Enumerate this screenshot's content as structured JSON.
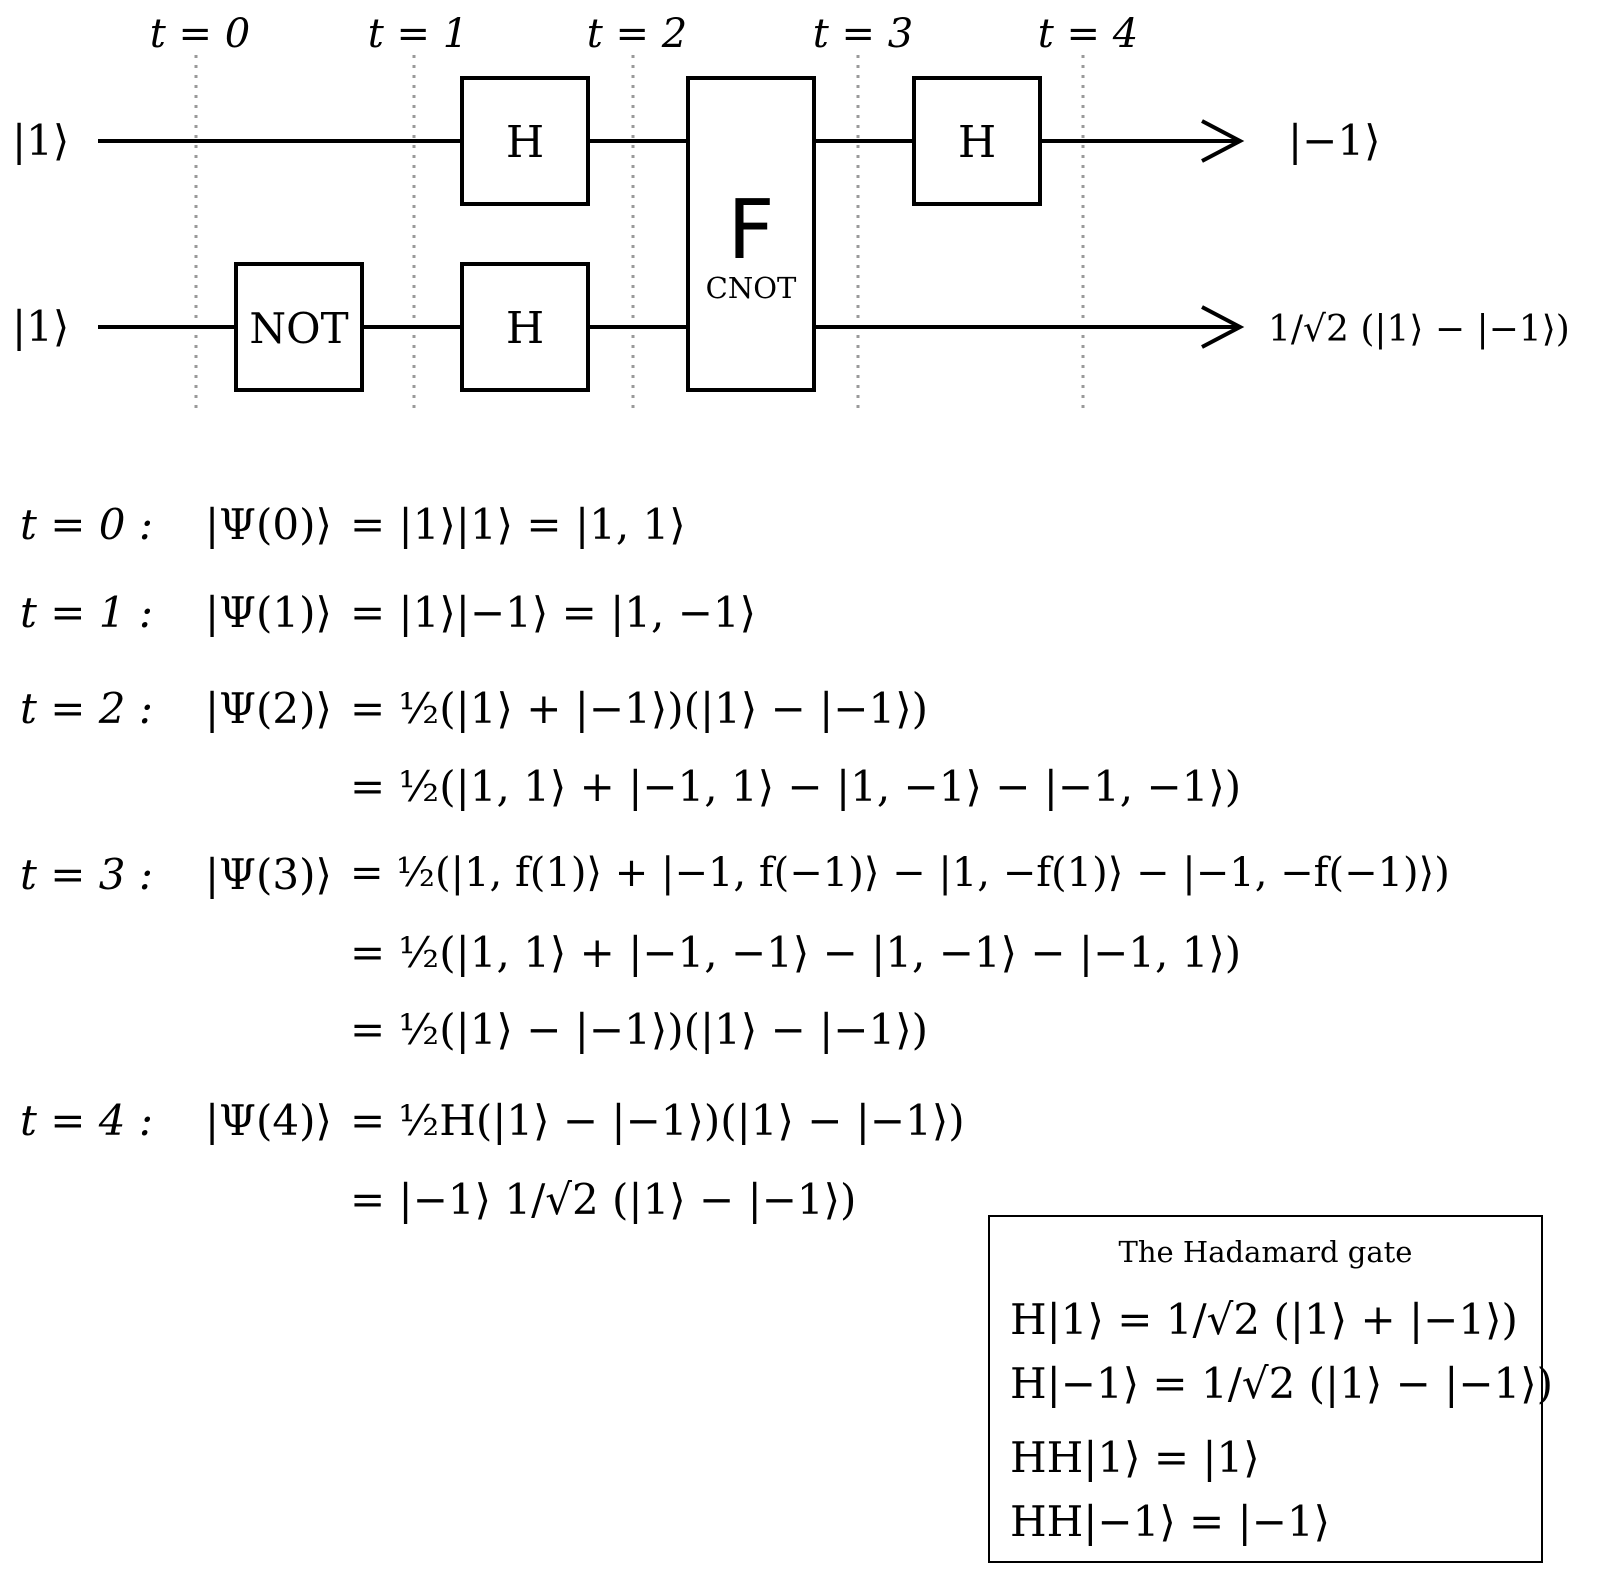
{
  "time_labels": [
    "t = 0",
    "t = 1",
    "t = 2",
    "t = 3",
    "t = 4"
  ],
  "inputs": [
    "|1⟩",
    "|1⟩"
  ],
  "outputs": [
    "|−1⟩",
    "1/√2 (|1⟩ − |−1⟩)"
  ],
  "gates": {
    "top_h1": "H",
    "bottom_not": "NOT",
    "bottom_h1": "H",
    "oracle_f": "F",
    "oracle_sub": "CNOT",
    "top_h2": "H"
  },
  "equations": [
    {
      "label": "t = 0 :",
      "lhs": "|Ψ(0)⟩",
      "lines": [
        "= |1⟩|1⟩ = |1, 1⟩"
      ]
    },
    {
      "label": "t = 1 :",
      "lhs": "|Ψ(1)⟩",
      "lines": [
        "= |1⟩|−1⟩ = |1, −1⟩"
      ]
    },
    {
      "label": "t = 2 :",
      "lhs": "|Ψ(2)⟩",
      "lines": [
        "= ½(|1⟩ + |−1⟩)(|1⟩ − |−1⟩)",
        "= ½(|1, 1⟩ + |−1, 1⟩ − |1, −1⟩ − |−1, −1⟩)"
      ]
    },
    {
      "label": "t = 3 :",
      "lhs": "|Ψ(3)⟩",
      "lines": [
        "= ½(|1, f(1)⟩ + |−1, f(−1)⟩ − |1, −f(1)⟩ − |−1, −f(−1)⟩)",
        "= ½(|1, 1⟩ + |−1, −1⟩ − |1, −1⟩ − |−1, 1⟩)",
        "= ½(|1⟩ − |−1⟩)(|1⟩ − |−1⟩)"
      ]
    },
    {
      "label": "t = 4 :",
      "lhs": "|Ψ(4)⟩",
      "lines": [
        "= ½H(|1⟩ − |−1⟩)(|1⟩ − |−1⟩)",
        "= |−1⟩ 1/√2 (|1⟩ − |−1⟩)"
      ]
    }
  ],
  "hadamard": {
    "title": "The Hadamard gate",
    "lines": [
      "H|1⟩ = 1/√2 (|1⟩ + |−1⟩)",
      "H|−1⟩ = 1/√2 (|1⟩ − |−1⟩)",
      "HH|1⟩ = |1⟩",
      "HH|−1⟩ = |−1⟩"
    ]
  }
}
